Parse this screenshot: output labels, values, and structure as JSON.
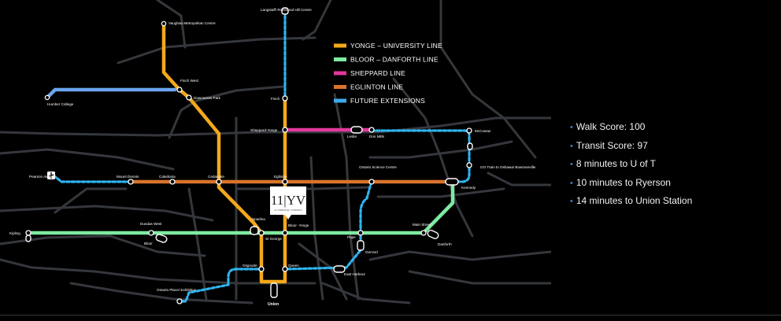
{
  "colors": {
    "yonge_university": "#f4a81a",
    "bloor_danforth": "#7eeaa0",
    "sheppard": "#e2389c",
    "eglinton": "#d9732c",
    "future": "#3ea8e8",
    "future_dashed": "#2fb4ee",
    "streets": "#3a3d42",
    "accent_bullet": "#2e7fd1"
  },
  "legend": [
    {
      "label": "YONGE – UNIVERSITY LINE",
      "color": "#f4a81a"
    },
    {
      "label": "BLOOR – DANFORTH LINE",
      "color": "#7eeaa0"
    },
    {
      "label": "SHEPPARD LINE",
      "color": "#e2389c"
    },
    {
      "label": "EGLINTON LINE",
      "color": "#d9732c"
    },
    {
      "label": "FUTURE EXTENSIONS",
      "color": "#3ea8e8"
    }
  ],
  "stations": {
    "vaughan": "Vaughan Metropolitan Centre",
    "langstaff": "Langstaff/ Richmond Hill Centre",
    "finch_west": "Finch West",
    "downsview": "Downsview Park",
    "humber": "Humber College",
    "finch": "Finch",
    "sheppard_yonge": "Sheppard-Yonge",
    "leslie": "Leslie",
    "don_mills": "Don Mills",
    "mccowan": "McCowan",
    "pearson": "Pearson Airport",
    "mount_dennis": "Mount Dennis",
    "caledonia": "Caledonia",
    "cedarvale": "Cedarvale",
    "eglinton": "Eglinton",
    "science_centre": "Ontario Science Centre",
    "go_train": "GO Train to Oshawa/ Bowmanville",
    "kennedy": "Kennedy",
    "kipling": "Kipling",
    "dundas_west": "Dundas West",
    "bloor": "Bloor",
    "spadina": "Spadina",
    "st_george": "St George",
    "bloor_yonge": "Bloor- Yonge",
    "pape": "Pape",
    "main_street": "Main Street",
    "danforth": "Danforth",
    "gerrard": "Gerrard",
    "east_harbour": "East Harbour",
    "osgoode": "Osgoode",
    "queen": "Queen",
    "ontario_place": "Ontario Place/ Exhibition",
    "union": "Union"
  },
  "building": {
    "logo_mark": "11|YV",
    "logo_sub": "11 YORKVILLE • TORONTO"
  },
  "facts": [
    "Walk Score: 100",
    "Transit Score: 97",
    "8 minutes to U of T",
    "10 minutes to Ryerson",
    "14 minutes to Union Station"
  ]
}
